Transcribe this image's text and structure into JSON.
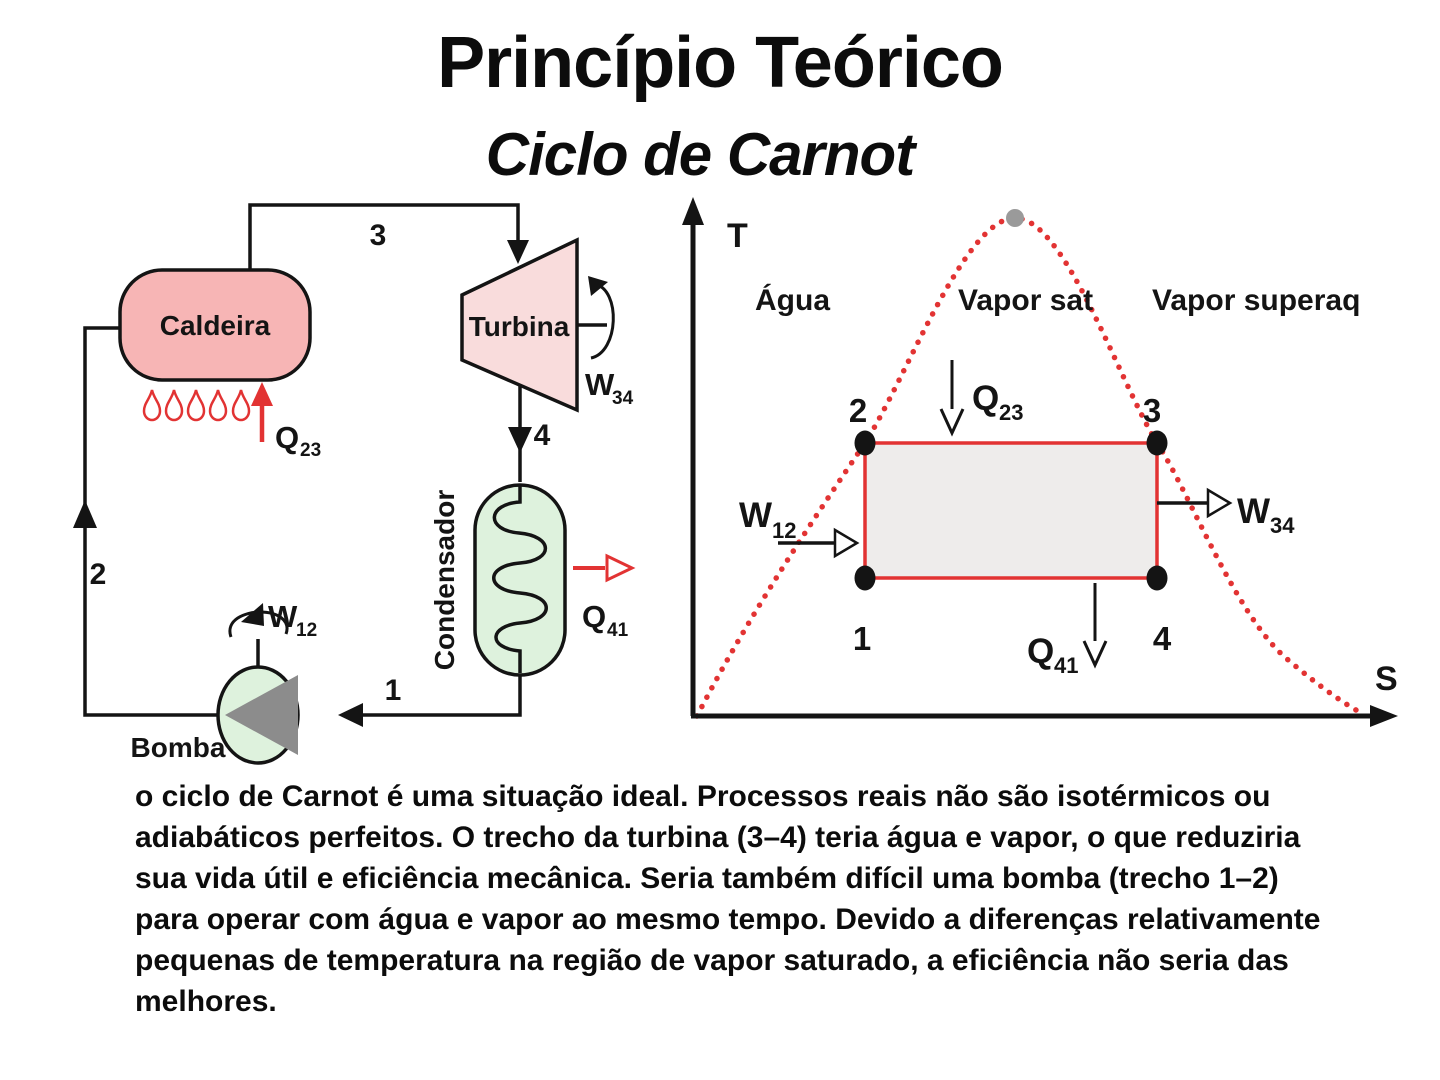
{
  "title": "Princípio Teórico",
  "subtitle": "Ciclo de Carnot",
  "colors": {
    "accent_red": "#e23333",
    "boiler_fill": "#f7b5b5",
    "turbine_fill": "#f9dcdc",
    "condenser_fill": "#def2dd",
    "pump_fill": "#def2dd",
    "pump_triangle_gray": "#8c8c8c",
    "cycle_rect_fill": "#eeeceb",
    "peak_dot_gray": "#9a9a9a",
    "line_black": "#141414"
  },
  "cycle_schematic": {
    "boiler_label": "Caldeira",
    "turbine_label": "Turbina",
    "condenser_label": "Condensador",
    "pump_label": "Bomba",
    "state_labels": {
      "s1": "1",
      "s2": "2",
      "s3": "3",
      "s4": "4"
    },
    "heat_in": {
      "base": "Q",
      "sub": "23"
    },
    "heat_out": {
      "base": "Q",
      "sub": "41"
    },
    "turbine_work": {
      "base": "W",
      "sub": "34"
    },
    "pump_work": {
      "base": "W",
      "sub": "12"
    }
  },
  "ts_diagram": {
    "y_axis_label": "T",
    "x_axis_label": "S",
    "region_labels": {
      "left": "Água",
      "middle": "Vapor sat",
      "right": "Vapor superaq"
    },
    "state_labels": {
      "s1": "1",
      "s2": "2",
      "s3": "3",
      "s4": "4"
    },
    "heat_in": {
      "base": "Q",
      "sub": "23"
    },
    "heat_out": {
      "base": "Q",
      "sub": "41"
    },
    "pump_work": {
      "base": "W",
      "sub": "12"
    },
    "turbine_work": {
      "base": "W",
      "sub": "34"
    }
  },
  "caption": "o ciclo de Carnot é uma situação ideal. Processos reais não são isotérmicos ou adiabáticos perfeitos. O trecho da turbina (3–4) teria água e vapor, o que reduziria sua vida útil e eficiência mecânica. Seria também difícil uma bomba (trecho 1–2) para operar com água e vapor ao mesmo tempo. Devido a diferenças relativamente pequenas de temperatura na região de vapor saturado, a eficiência não seria das melhores."
}
